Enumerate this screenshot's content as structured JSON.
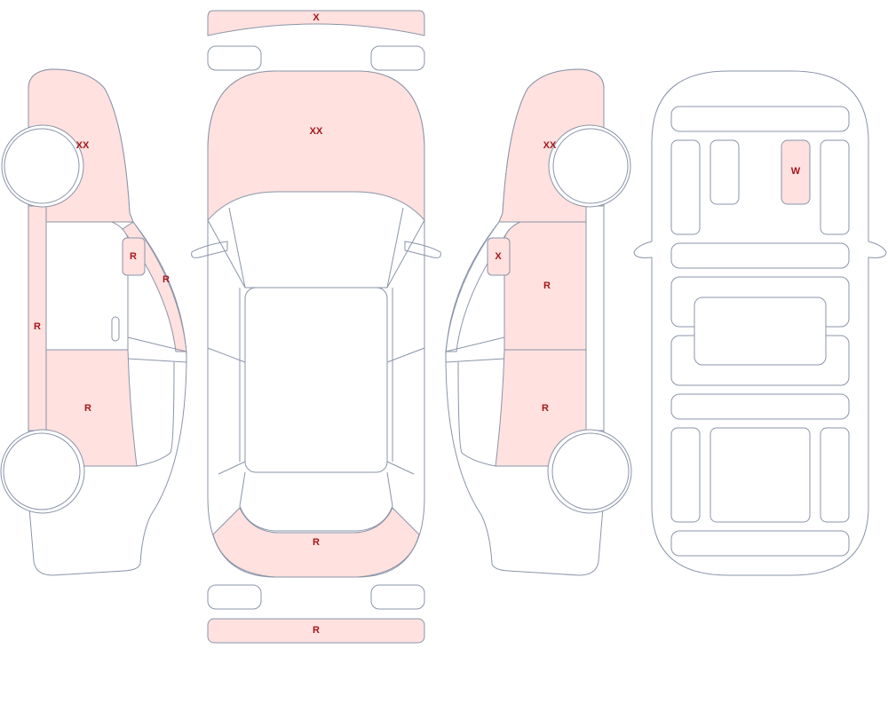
{
  "colors": {
    "outline": "#8a94a8",
    "damage_fill": "#ffe1df",
    "mark_text": "#a5171b",
    "background": "#ffffff"
  },
  "marks": {
    "front_bumper": "X",
    "hood": "XX",
    "rear_bumper_top": "R",
    "rear_bumper": "R",
    "left_front_fender": "XX",
    "left_mirror": "R",
    "left_a_pillar": "R",
    "left_sill": "R",
    "left_rear_door": "R",
    "right_front_fender": "XX",
    "right_mirror": "X",
    "right_front_door": "R",
    "right_rear_door": "R",
    "interior_seat": "W"
  }
}
